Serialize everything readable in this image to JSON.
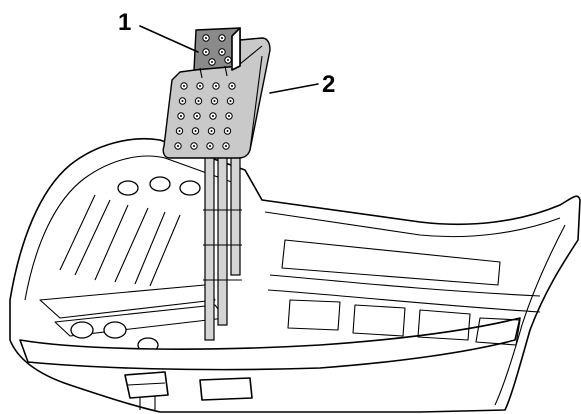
{
  "callouts": [
    {
      "label": "1",
      "part": "upper-bracket"
    },
    {
      "label": "2",
      "part": "mounting-plate"
    }
  ],
  "colors": {
    "line": "#000000",
    "plate_fill": "#c9c9c9",
    "bracket_fill": "#8a8a8a",
    "background": "#ffffff"
  }
}
